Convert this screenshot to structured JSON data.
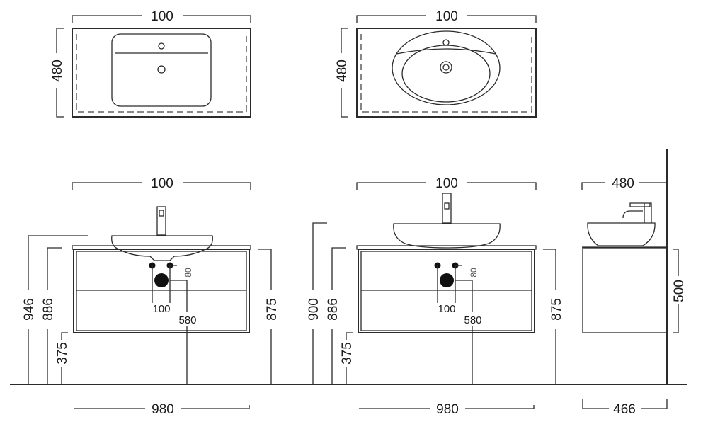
{
  "plan_left": {
    "width": "100",
    "depth": "480"
  },
  "plan_right": {
    "width": "100",
    "depth": "480"
  },
  "front_left": {
    "top_width": "100",
    "height_946": "946",
    "height_886": "886",
    "height_375": "375",
    "height_875": "875",
    "hole_spacing": "100",
    "drain_height": "580",
    "hole_offset": "80",
    "bottom_width": "980"
  },
  "front_right": {
    "top_width": "100",
    "height_900": "900",
    "height_886": "886",
    "height_375": "375",
    "height_875": "875",
    "hole_spacing": "100",
    "drain_height": "580",
    "hole_offset": "80",
    "bottom_width": "980"
  },
  "side": {
    "top_depth": "480",
    "cabinet_height": "500",
    "bottom_depth": "466"
  }
}
